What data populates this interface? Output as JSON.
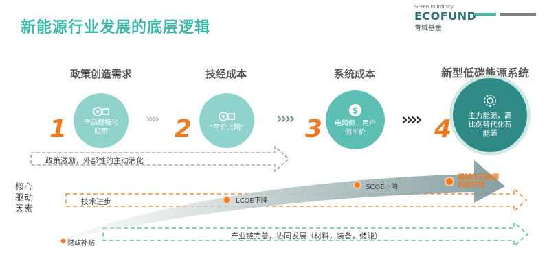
{
  "title": "新能源行业发展的底层逻辑",
  "brand": {
    "tagline": "Green to Infinity",
    "name": "ECOFUND",
    "cn": "青域基金"
  },
  "stages": [
    {
      "num": "1",
      "title": "政策创造需求",
      "circle_text": "产品规模化应用"
    },
    {
      "num": "2",
      "title": "技经成本",
      "circle_text": "\"平价上网\""
    },
    {
      "num": "3",
      "title": "系统成本",
      "circle_text": "电网侧，用户侧平价"
    },
    {
      "num": "4",
      "title": "新型低碳能源系统",
      "circle_text": "主力能源，高比例替代化石能源"
    }
  ],
  "core_drivers_label": "核心驱动因素",
  "drivers": {
    "policy": "政策激励，外部性的主动消化",
    "tech": "技术进步",
    "industry": "产业链完善，协同发展（材料，装备，储能）"
  },
  "milestones": {
    "subsidy": "财政补贴",
    "lcoe": "LCOE下降",
    "scoe": "SCOE下降",
    "beyond": "超越化石能源的经济性"
  },
  "colors": {
    "teal": "#3fb7a8",
    "dark_teal": "#2f8a86",
    "orange": "#ec7a22",
    "gray": "#999999"
  }
}
